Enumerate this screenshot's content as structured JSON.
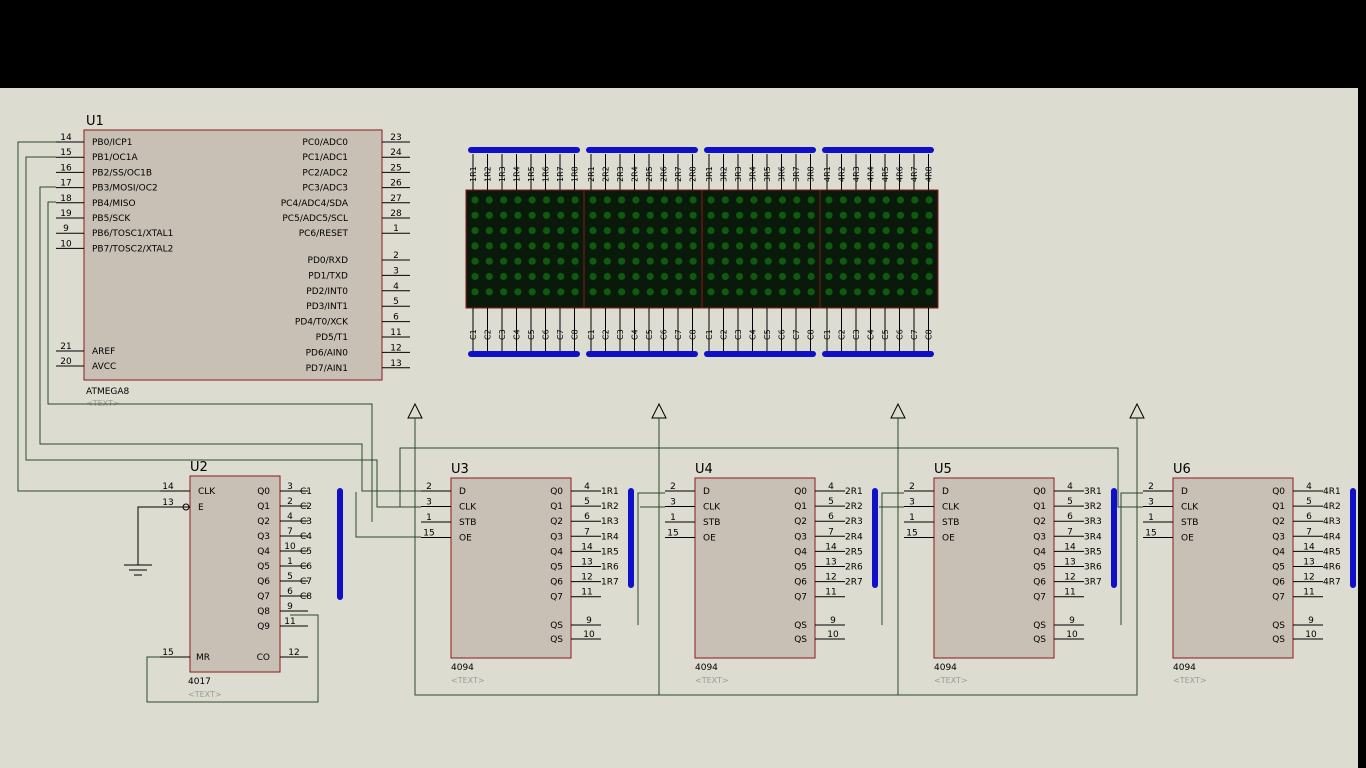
{
  "colors": {
    "background": "#dcdcd0",
    "chip_fill": "#c8c0b4",
    "chip_border": "#8b1a1a",
    "wire": "#2b4a2b",
    "bus": "#1010c8",
    "matrix_bg": "#0a1a0a",
    "led": "#0e5a0e"
  },
  "u1": {
    "ref": "U1",
    "part": "ATMEGA8",
    "text": "<TEXT>",
    "left_pins": [
      {
        "num": "14",
        "label": "PB0/ICP1"
      },
      {
        "num": "15",
        "label": "PB1/OC1A"
      },
      {
        "num": "16",
        "label": "PB2/SS/OC1B"
      },
      {
        "num": "17",
        "label": "PB3/MOSI/OC2"
      },
      {
        "num": "18",
        "label": "PB4/MISO"
      },
      {
        "num": "19",
        "label": "PB5/SCK"
      },
      {
        "num": "9",
        "label": "PB6/TOSC1/XTAL1"
      },
      {
        "num": "10",
        "label": "PB7/TOSC2/XTAL2"
      }
    ],
    "left_pins_bottom": [
      {
        "num": "21",
        "label": "AREF"
      },
      {
        "num": "20",
        "label": "AVCC"
      }
    ],
    "right_pins_top": [
      {
        "num": "23",
        "label": "PC0/ADC0"
      },
      {
        "num": "24",
        "label": "PC1/ADC1"
      },
      {
        "num": "25",
        "label": "PC2/ADC2"
      },
      {
        "num": "26",
        "label": "PC3/ADC3"
      },
      {
        "num": "27",
        "label": "PC4/ADC4/SDA"
      },
      {
        "num": "28",
        "label": "PC5/ADC5/SCL"
      },
      {
        "num": "1",
        "label": "PC6/RESET"
      }
    ],
    "right_pins_bottom": [
      {
        "num": "2",
        "label": "PD0/RXD"
      },
      {
        "num": "3",
        "label": "PD1/TXD"
      },
      {
        "num": "4",
        "label": "PD2/INT0"
      },
      {
        "num": "5",
        "label": "PD3/INT1"
      },
      {
        "num": "6",
        "label": "PD4/T0/XCK"
      },
      {
        "num": "11",
        "label": "PD5/T1"
      },
      {
        "num": "12",
        "label": "PD6/AIN0"
      },
      {
        "num": "13",
        "label": "PD7/AIN1"
      }
    ]
  },
  "u2": {
    "ref": "U2",
    "part": "4017",
    "text": "<TEXT>",
    "left_pins": [
      {
        "num": "14",
        "label": "CLK"
      },
      {
        "num": "13",
        "label": "E"
      }
    ],
    "mr": {
      "num": "15",
      "label": "MR"
    },
    "outputs": [
      {
        "label": "Q0",
        "num": "3",
        "net": "C1"
      },
      {
        "label": "Q1",
        "num": "2",
        "net": "C2"
      },
      {
        "label": "Q2",
        "num": "4",
        "net": "C3"
      },
      {
        "label": "Q3",
        "num": "7",
        "net": "C4"
      },
      {
        "label": "Q4",
        "num": "10",
        "net": "C5"
      },
      {
        "label": "Q5",
        "num": "1",
        "net": "C6"
      },
      {
        "label": "Q6",
        "num": "5",
        "net": "C7"
      },
      {
        "label": "Q7",
        "num": "6",
        "net": "C8"
      },
      {
        "label": "Q8",
        "num": "9",
        "net": ""
      },
      {
        "label": "Q9",
        "num": "11",
        "net": ""
      }
    ],
    "co": {
      "label": "CO",
      "num": "12"
    }
  },
  "shift_registers": [
    {
      "ref": "U3",
      "part": "4094",
      "text": "<TEXT>",
      "nets": [
        "1R1",
        "1R2",
        "1R3",
        "1R4",
        "1R5",
        "1R6",
        "1R7"
      ]
    },
    {
      "ref": "U4",
      "part": "4094",
      "text": "<TEXT>",
      "nets": [
        "2R1",
        "2R2",
        "2R3",
        "2R4",
        "2R5",
        "2R6",
        "2R7"
      ]
    },
    {
      "ref": "U5",
      "part": "4094",
      "text": "<TEXT>",
      "nets": [
        "3R1",
        "3R2",
        "3R3",
        "3R4",
        "3R5",
        "3R6",
        "3R7"
      ]
    },
    {
      "ref": "U6",
      "part": "4094",
      "text": "<TEXT>",
      "nets": [
        "4R1",
        "4R2",
        "4R3",
        "4R4",
        "4R5",
        "4R6",
        "4R7"
      ]
    }
  ],
  "sr_left_pins": [
    {
      "num": "2",
      "label": "D"
    },
    {
      "num": "3",
      "label": "CLK"
    },
    {
      "num": "1",
      "label": "STB"
    },
    {
      "num": "15",
      "label": "OE"
    }
  ],
  "sr_outputs": [
    {
      "label": "Q0",
      "num": "4"
    },
    {
      "label": "Q1",
      "num": "5"
    },
    {
      "label": "Q2",
      "num": "6"
    },
    {
      "label": "Q3",
      "num": "7"
    },
    {
      "label": "Q4",
      "num": "14"
    },
    {
      "label": "Q5",
      "num": "13"
    },
    {
      "label": "Q6",
      "num": "12"
    },
    {
      "label": "Q7",
      "num": "11"
    }
  ],
  "sr_qs": [
    {
      "label": "QS",
      "num": "9"
    },
    {
      "label": "QS",
      "num": "10"
    }
  ],
  "matrix": {
    "blocks": [
      {
        "rows": [
          "1R1",
          "1R2",
          "1R3",
          "1R4",
          "1R5",
          "1R6",
          "1R7",
          "1R8"
        ]
      },
      {
        "rows": [
          "2R1",
          "2R2",
          "2R3",
          "2R4",
          "2R5",
          "2R6",
          "2R7",
          "2R8"
        ]
      },
      {
        "rows": [
          "3R1",
          "3R2",
          "3R3",
          "3R4",
          "3R5",
          "3R6",
          "3R7",
          "3R8"
        ]
      },
      {
        "rows": [
          "4R1",
          "4R2",
          "4R3",
          "4R4",
          "4R5",
          "4R6",
          "4R7",
          "4R8"
        ]
      }
    ],
    "columns": [
      "C1",
      "C2",
      "C3",
      "C4",
      "C5",
      "C6",
      "C7",
      "C8"
    ]
  }
}
